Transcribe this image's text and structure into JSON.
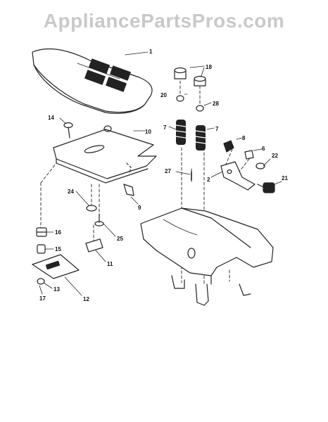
{
  "watermark": "AppliancePartsPros.com",
  "callouts": {
    "c1": "1",
    "c18": "18",
    "c14": "14",
    "c10": "10",
    "c20": "20",
    "c28": "28",
    "c7a": "7",
    "c7b": "7",
    "c6": "6",
    "c8": "8",
    "c22": "22",
    "c27": "27",
    "c2": "2",
    "c21": "21",
    "c24": "24",
    "c9": "9",
    "c16": "16",
    "c25": "25",
    "c15": "15",
    "c11": "11",
    "c13": "13",
    "c17": "17",
    "c12": "12"
  }
}
